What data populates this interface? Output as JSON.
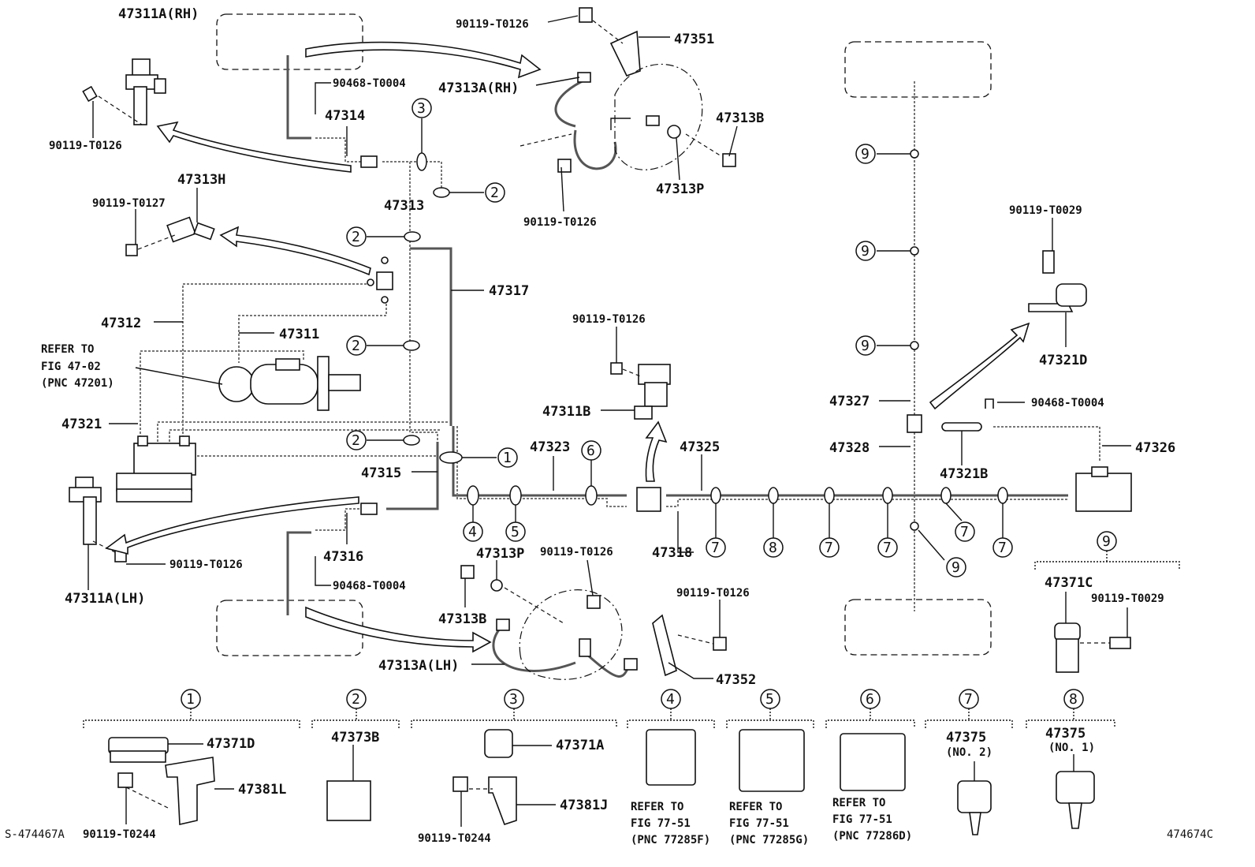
{
  "labels": {
    "p47311A_RH": "47311A(RH)",
    "p47351": "47351",
    "p90119_T0126_a": "90119-T0126",
    "p47313A_RH": "47313A(RH)",
    "p90468_T0004_a": "90468-T0004",
    "p47314": "47314",
    "p90119_T0126_b": "90119-T0126",
    "p47313B_top": "47313B",
    "p90119_T0126_c": "90119-T0126",
    "p47313P_top": "47313P",
    "p47313H": "47313H",
    "p90119_T0127": "90119-T0127",
    "p47313": "47313",
    "p47317": "47317",
    "p47312": "47312",
    "p47311": "47311",
    "refer_fig_47_1": "REFER TO",
    "refer_fig_47_2": "FIG 47-02",
    "refer_fig_47_3": "(PNC 47201)",
    "p47321": "47321",
    "p47315": "47315",
    "p47323": "47323",
    "p47325": "47325",
    "p90119_T0126_d": "90119-T0126",
    "p47311B": "47311B",
    "p47318": "47318",
    "p47327": "47327",
    "p47328": "47328",
    "p90119_T0029_a": "90119-T0029",
    "p47321D": "47321D",
    "p90468_T0004_b": "90468-T0004",
    "p47321B": "47321B",
    "p47326": "47326",
    "p90119_T0126_e": "90119-T0126",
    "p47311A_LH": "47311A(LH)",
    "p47316": "47316",
    "p90468_T0004_c": "90468-T0004",
    "p47313P_bot": "47313P",
    "p90119_T0126_f": "90119-T0126",
    "p47313B_bot": "47313B",
    "p90119_T0126_g": "90119-T0126",
    "p47313A_LH": "47313A(LH)",
    "p47352": "47352",
    "p47371C": "47371C",
    "p90119_T0029_b": "90119-T0029"
  },
  "callouts": {
    "c1": "1",
    "c2": "2",
    "c3": "3",
    "c4": "4",
    "c5": "5",
    "c6": "6",
    "c7": "7",
    "c8": "8",
    "c9": "9"
  },
  "legend": {
    "g1": {
      "num": "1",
      "a": "47371D",
      "b": "47381L",
      "c": "90119-T0244"
    },
    "g2": {
      "num": "2",
      "a": "47373B"
    },
    "g3": {
      "num": "3",
      "a": "47371A",
      "b": "47381J",
      "c": "90119-T0244"
    },
    "g4": {
      "num": "4",
      "r1": "REFER TO",
      "r2": "FIG 77-51",
      "r3": "(PNC 77285F)"
    },
    "g5": {
      "num": "5",
      "r1": "REFER TO",
      "r2": "FIG 77-51",
      "r3": "(PNC 77285G)"
    },
    "g6": {
      "num": "6",
      "r1": "REFER TO",
      "r2": "FIG 77-51",
      "r3": "(PNC 77286D)"
    },
    "g7": {
      "num": "7",
      "a": "47375",
      "b": "(NO. 2)"
    },
    "g8": {
      "num": "8",
      "a": "47375",
      "b": "(NO. 1)"
    }
  },
  "footer": {
    "left_code": "S-474467A",
    "right_code": "474674C"
  }
}
